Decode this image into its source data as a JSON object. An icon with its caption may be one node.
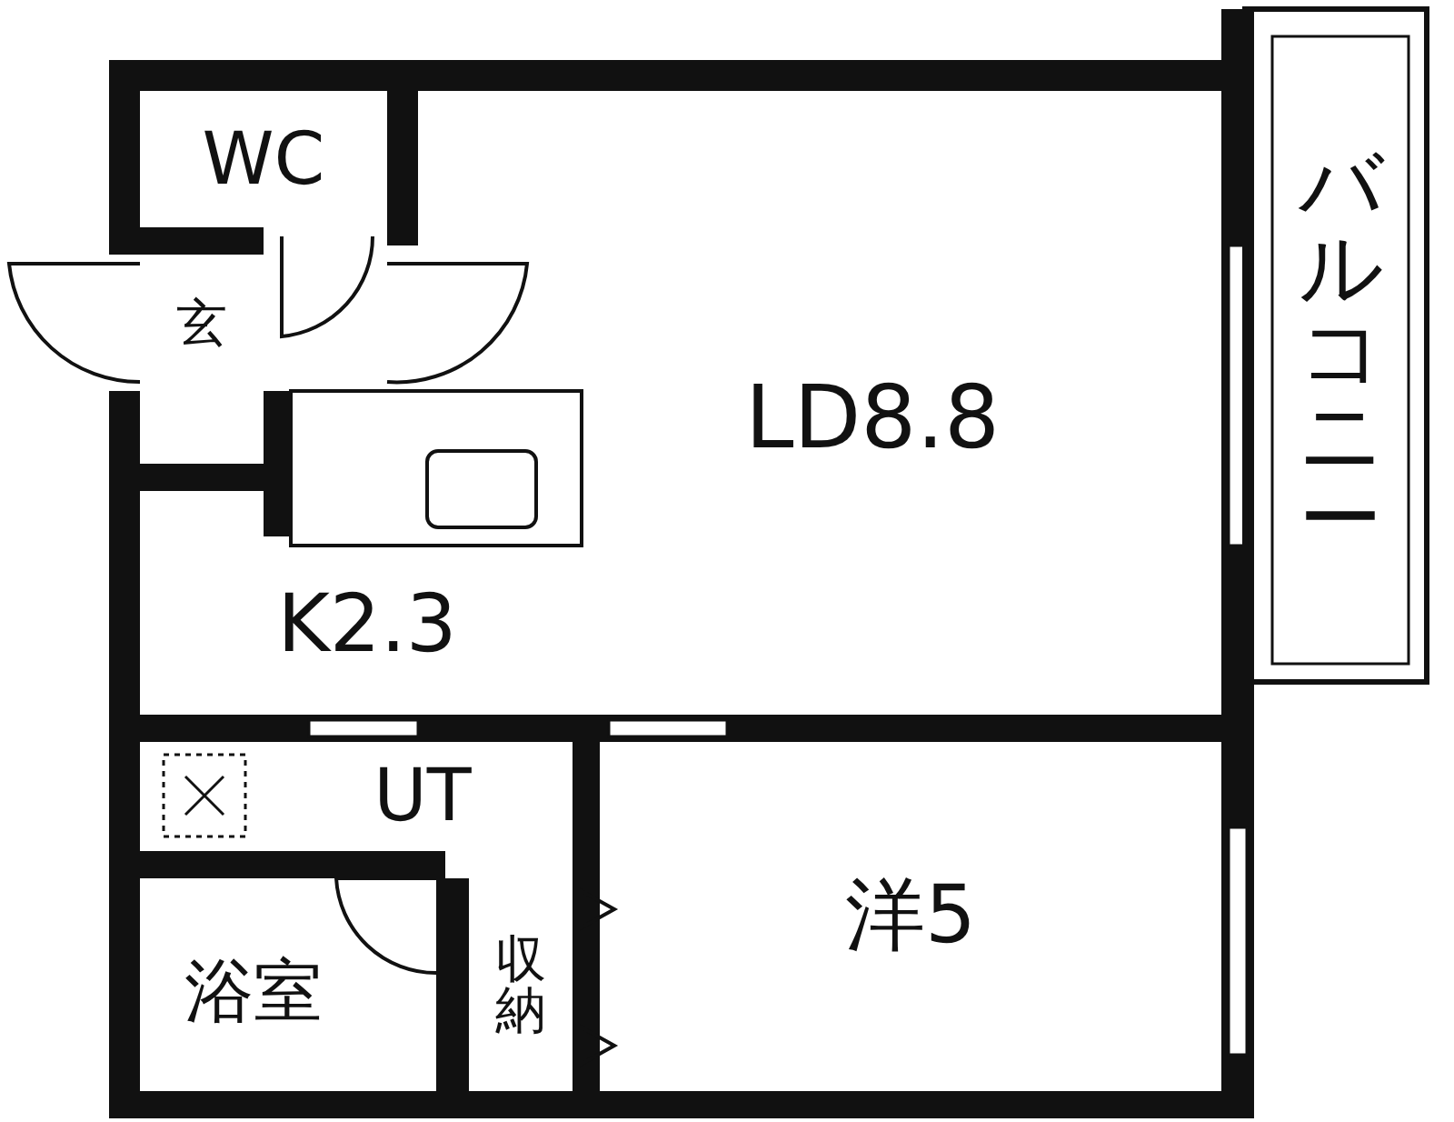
{
  "diagram": {
    "nodes": [
      {
        "text": [
          "WC"
        ]
      },
      {
        "text": [
          "玄"
        ]
      },
      {
        "text": [
          "LD8.8"
        ]
      },
      {
        "text": [
          "K2.3"
        ]
      },
      {
        "text": [
          "UT"
        ]
      },
      {
        "text": [
          "浴室"
        ]
      },
      {
        "text": [
          "収納"
        ]
      },
      {
        "text": [
          "洋5"
        ]
      },
      {
        "text": [
          "バルコニー"
        ]
      }
    ]
  }
}
